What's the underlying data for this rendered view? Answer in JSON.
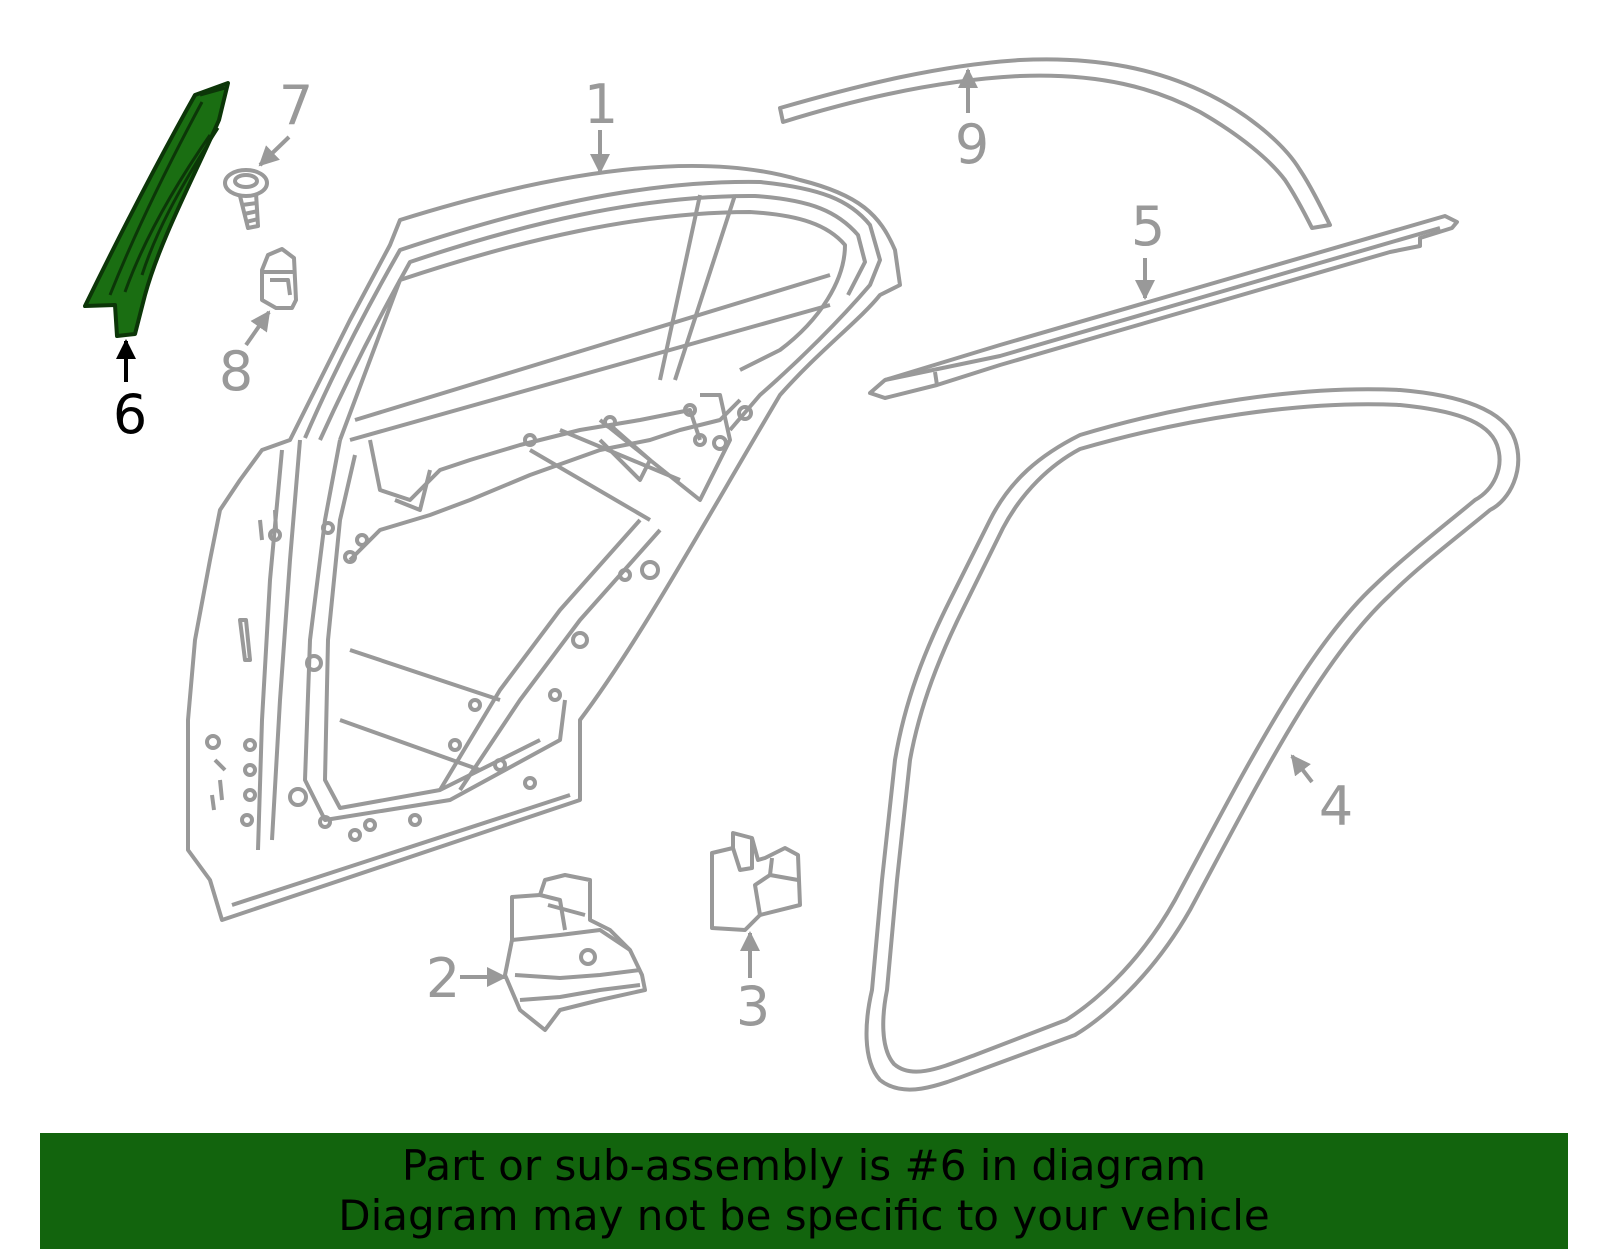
{
  "colors": {
    "line": "#999999",
    "highlight_fill": "#1a6e12",
    "highlight_stroke": "#0c3608",
    "highlight_label": "#000000",
    "banner": "#12640d",
    "banner_text": "#000000"
  },
  "callouts": [
    {
      "id": "1",
      "label": "1",
      "highlighted": false
    },
    {
      "id": "2",
      "label": "2",
      "highlighted": false
    },
    {
      "id": "3",
      "label": "3",
      "highlighted": false
    },
    {
      "id": "4",
      "label": "4",
      "highlighted": false
    },
    {
      "id": "5",
      "label": "5",
      "highlighted": false
    },
    {
      "id": "6",
      "label": "6",
      "highlighted": true
    },
    {
      "id": "7",
      "label": "7",
      "highlighted": false
    },
    {
      "id": "8",
      "label": "8",
      "highlighted": false
    },
    {
      "id": "9",
      "label": "9",
      "highlighted": false
    }
  ],
  "banner": {
    "line1": "Part or sub-assembly is #6 in diagram",
    "line2": "Diagram may not be specific to your vehicle"
  }
}
